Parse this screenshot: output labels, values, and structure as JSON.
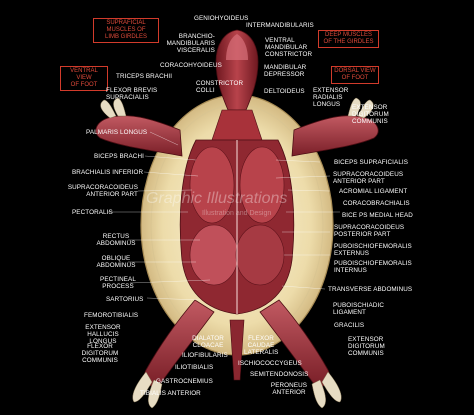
{
  "boxes": {
    "superficial": "SUPRAFICIAL\nMUSCLES OF\nLIMB GIRDLES",
    "deep": "DEEP MUSCLES\nOF THE GIRDLES",
    "ventral_foot": "VENTRAL VIEW\nOF FOOT",
    "dorsal_foot": "DORSAL VIEW\nOF FOOT"
  },
  "labels_top": {
    "geniohyoideus": "GENIOHYOIDEUS",
    "intermandibularis": "INTERMANDIBULARIS",
    "branchio": "BRANCHIO-\nMANDIBULARIS\nVISCERALIS",
    "ventral_mandibular": "VENTRAL\nMANDIBULAR\nCONSTRICTOR",
    "coracohyoideus": "CORACOHYOIDEUS",
    "mandibular_depressor": "MANDIBULAR\nDEPRESSOR",
    "triceps_brachii": "TRICEPS BRACHII",
    "constrictor_colli": "CONSTRICTOR\nCOLLI",
    "flexor_brevis": "FLEXOR BREVIS\nSUPRACIALIS",
    "deltoideus": "DELTOIDEUS",
    "extensor_radialis": "EXTENSOR\nRADIALIS\nLONGUS",
    "extensor_digitorum_top": "EXTENSOR\nDIGITORUM\nCOMMUNIS"
  },
  "labels_left": {
    "palmaris_longus": "PALMARIS LONGUS",
    "biceps_brachi": "BICEPS BRACHI",
    "brachialis_inferior": "BRACHIALIS INFERIOR",
    "supracoracoideus_anterior": "SUPRACORACOIDEUS\nANTERIOR PART",
    "pectoralis": "PECTORALIS",
    "rectus_abdominus": "RECTUS\nABDOMINUS",
    "oblique_abdominus": "OBLIQUE\nABDOMINUS",
    "pectineal_process": "PECTINEAL\nPROCESS",
    "sartorius": "SARTORIUS",
    "femorotibialis": "FEMOROTIBIALIS",
    "extensor_hallucis": "EXTENSOR\nHALLUCIS LONGUS",
    "flexor_digitorum": "FLEXOR\nDIGITORUM\nCOMMUNIS",
    "gastrocnemius": "GASTROCNEMIUS",
    "tibialis_anterior": "TIBIALIS ANTERIOR"
  },
  "labels_right": {
    "biceps_supraficialis": "BICEPS SUPRAFICIALIS",
    "supracoracoideus_anterior_r": "SUPRACORACOIDEUS\nANTERIOR PART",
    "acromial_ligament": "ACROMIAL LIGAMENT",
    "coracobrachialis": "CORACOBRACHIALIS",
    "biceps_medial": "BICE PS MEDIAL HEAD",
    "supracoracoideus_posterior": "SUPRACORACOIDEUS\nPOSTERIOR PART",
    "pubo_externus": "PUBOISCHIOFEMORALIS\nEXTERNUS",
    "pubo_internus": "PUBOISCHIOFEMORALIS\nINTERNUS",
    "transverse_abdominus": "TRANSVERSE ABDOMINUS",
    "puboischiadic": "PUBOISCHIADIC\nLIGAMENT",
    "gracilis": "GRACILIS",
    "extensor_digitorum_bottom": "EXTENSOR\nDIGITORUM\nCOMMUNIS"
  },
  "labels_bottom": {
    "dialator_cloacae": "DIALATOR\nCLOACAE",
    "flexor_caudae": "FLEXOR\nCAUDAE\nLATERALIS",
    "iliofibularis": "ILIOFIBULARIS",
    "iliotibialis": "ILIOTIBIALIS",
    "ischiococcygeus": "ISCHIOCOCCYGEUS",
    "semitendonosis": "SEMITENDONOSIS",
    "peroneus_anterior": "PERONEUS\nANTERIOR"
  },
  "watermark": {
    "main": "Graphic Illustrations",
    "sub": "Illustration and Design"
  },
  "colors": {
    "background": "#000000",
    "muscle_dark": "#7a1a22",
    "muscle_mid": "#a8323a",
    "muscle_light": "#d9707a",
    "shell_inner": "#f2e6bc",
    "shell_rim": "#cdb37d",
    "box_red": "#d23b2b"
  }
}
